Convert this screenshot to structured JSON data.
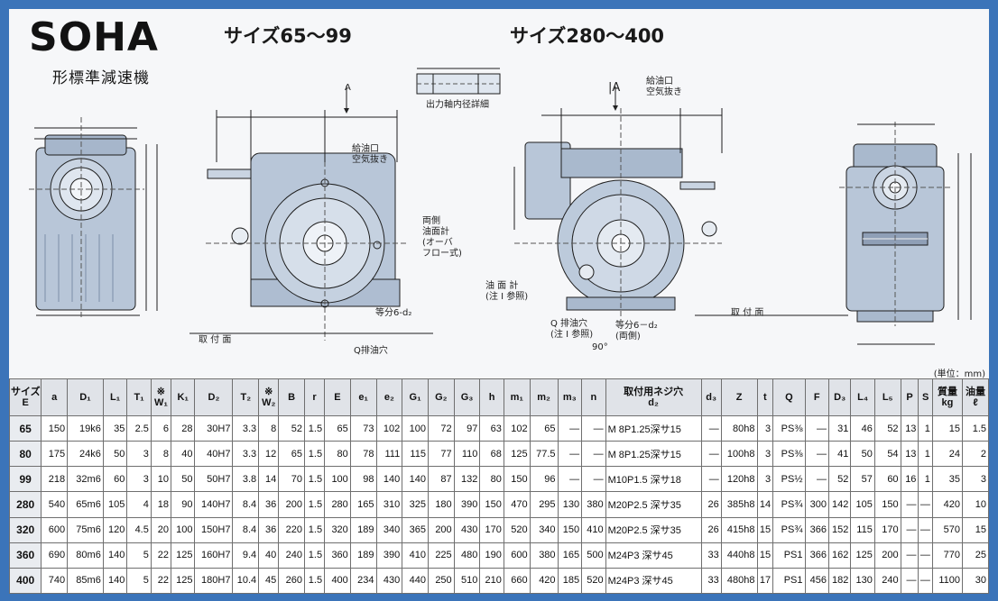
{
  "header": {
    "brand": "SOHA",
    "subtitle": "形標準減速機",
    "size_small": "サイズ65～99",
    "size_large": "サイズ280～400"
  },
  "labels": {
    "detail_title": "出力軸内径詳細",
    "oil_inlet_small": "給油口\n空気抜き",
    "oil_inlet_large": "給油口\n空気抜き",
    "oil_gauge_small": "両側\n油面計\n(オーバ\nフロー式)",
    "oil_gauge_large": "油 面 計\n(注 I 参照)",
    "drain_small": "Q排油穴",
    "drain_large": "Q 排油穴\n(注 I 参照)",
    "holes_small": "等分6-d₂",
    "holes_large": "等分6－d₂\n(両側)",
    "mount_small": "取  付  面",
    "mount_large": "取  付  面",
    "angle": "90°",
    "section_A1": "A",
    "section_A2": "|A",
    "unit_note": "(単位：mm)"
  },
  "table": {
    "headers": [
      {
        "top": "サイズ",
        "bottom": "E"
      },
      {
        "top": "a",
        "bottom": ""
      },
      {
        "top": "D₁",
        "bottom": ""
      },
      {
        "top": "L₁",
        "bottom": ""
      },
      {
        "top": "T₁",
        "bottom": ""
      },
      {
        "top": "※",
        "bottom": "W₁"
      },
      {
        "top": "K₁",
        "bottom": ""
      },
      {
        "top": "D₂",
        "bottom": ""
      },
      {
        "top": "T₂",
        "bottom": ""
      },
      {
        "top": "※",
        "bottom": "W₂"
      },
      {
        "top": "B",
        "bottom": ""
      },
      {
        "top": "r",
        "bottom": ""
      },
      {
        "top": "E",
        "bottom": ""
      },
      {
        "top": "e₁",
        "bottom": ""
      },
      {
        "top": "e₂",
        "bottom": ""
      },
      {
        "top": "G₁",
        "bottom": ""
      },
      {
        "top": "G₂",
        "bottom": ""
      },
      {
        "top": "G₃",
        "bottom": ""
      },
      {
        "top": "h",
        "bottom": ""
      },
      {
        "top": "m₁",
        "bottom": ""
      },
      {
        "top": "m₂",
        "bottom": ""
      },
      {
        "top": "m₃",
        "bottom": ""
      },
      {
        "top": "n",
        "bottom": ""
      },
      {
        "top": "取付用ネジ穴",
        "bottom": "d₂"
      },
      {
        "top": "d₃",
        "bottom": ""
      },
      {
        "top": "Z",
        "bottom": ""
      },
      {
        "top": "t",
        "bottom": ""
      },
      {
        "top": "Q",
        "bottom": ""
      },
      {
        "top": "F",
        "bottom": ""
      },
      {
        "top": "D₃",
        "bottom": ""
      },
      {
        "top": "L₄",
        "bottom": ""
      },
      {
        "top": "L₅",
        "bottom": ""
      },
      {
        "top": "P",
        "bottom": ""
      },
      {
        "top": "S",
        "bottom": ""
      },
      {
        "top": "質量",
        "bottom": "kg"
      },
      {
        "top": "油量",
        "bottom": "ℓ"
      }
    ],
    "rows": [
      [
        "65",
        "150",
        "19k6",
        "35",
        "2.5",
        "6",
        "28",
        "30H7",
        "3.3",
        "8",
        "52",
        "1.5",
        "65",
        "73",
        "102",
        "100",
        "72",
        "97",
        "63",
        "102",
        "65",
        "—",
        "—",
        "M 8P1.25深サ15",
        "—",
        "80h8",
        "3",
        "PS⅜",
        "—",
        "31",
        "46",
        "52",
        "13",
        "1",
        "15",
        "1.5"
      ],
      [
        "80",
        "175",
        "24k6",
        "50",
        "3",
        "8",
        "40",
        "40H7",
        "3.3",
        "12",
        "65",
        "1.5",
        "80",
        "78",
        "111",
        "115",
        "77",
        "110",
        "68",
        "125",
        "77.5",
        "—",
        "—",
        "M 8P1.25深サ15",
        "—",
        "100h8",
        "3",
        "PS⅜",
        "—",
        "41",
        "50",
        "54",
        "13",
        "1",
        "24",
        "2"
      ],
      [
        "99",
        "218",
        "32m6",
        "60",
        "3",
        "10",
        "50",
        "50H7",
        "3.8",
        "14",
        "70",
        "1.5",
        "100",
        "98",
        "140",
        "140",
        "87",
        "132",
        "80",
        "150",
        "96",
        "—",
        "—",
        "M10P1.5  深サ18",
        "—",
        "120h8",
        "3",
        "PS½",
        "—",
        "52",
        "57",
        "60",
        "16",
        "1",
        "35",
        "3"
      ],
      [
        "280",
        "540",
        "65m6",
        "105",
        "4",
        "18",
        "90",
        "140H7",
        "8.4",
        "36",
        "200",
        "1.5",
        "280",
        "165",
        "310",
        "325",
        "180",
        "390",
        "150",
        "470",
        "295",
        "130",
        "380",
        "M20P2.5  深サ35",
        "26",
        "385h8",
        "14",
        "PS¾",
        "300",
        "142",
        "105",
        "150",
        "—",
        "—",
        "420",
        "10"
      ],
      [
        "320",
        "600",
        "75m6",
        "120",
        "4.5",
        "20",
        "100",
        "150H7",
        "8.4",
        "36",
        "220",
        "1.5",
        "320",
        "189",
        "340",
        "365",
        "200",
        "430",
        "170",
        "520",
        "340",
        "150",
        "410",
        "M20P2.5  深サ35",
        "26",
        "415h8",
        "15",
        "PS¾",
        "366",
        "152",
        "115",
        "170",
        "—",
        "—",
        "570",
        "15"
      ],
      [
        "360",
        "690",
        "80m6",
        "140",
        "5",
        "22",
        "125",
        "160H7",
        "9.4",
        "40",
        "240",
        "1.5",
        "360",
        "189",
        "390",
        "410",
        "225",
        "480",
        "190",
        "600",
        "380",
        "165",
        "500",
        "M24P3    深サ45",
        "33",
        "440h8",
        "15",
        "PS1",
        "366",
        "162",
        "125",
        "200",
        "—",
        "—",
        "770",
        "25"
      ],
      [
        "400",
        "740",
        "85m6",
        "140",
        "5",
        "22",
        "125",
        "180H7",
        "10.4",
        "45",
        "260",
        "1.5",
        "400",
        "234",
        "430",
        "440",
        "250",
        "510",
        "210",
        "660",
        "420",
        "185",
        "520",
        "M24P3    深サ45",
        "33",
        "480h8",
        "17",
        "PS1",
        "456",
        "182",
        "130",
        "240",
        "—",
        "—",
        "1100",
        "30"
      ]
    ]
  },
  "colors": {
    "frame": "#3b74b9",
    "body": "#b8c6d8",
    "body_dark": "#7d8fa8",
    "line": "#1e1e1e"
  }
}
